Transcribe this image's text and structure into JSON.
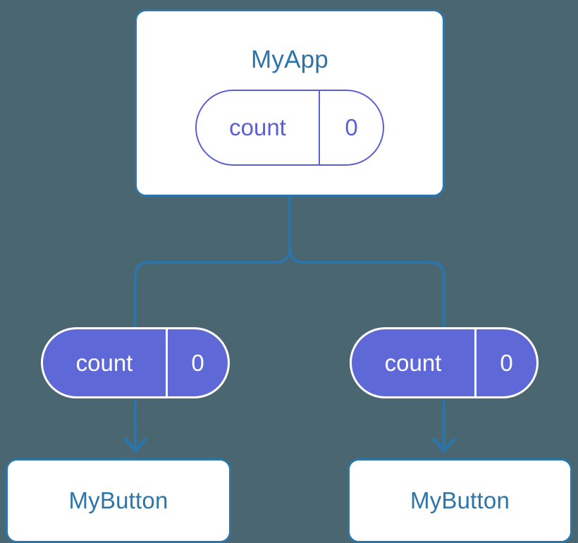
{
  "diagram": {
    "title": "MyApp",
    "background_color": "#4a6670",
    "accent_color": "#2d75a8",
    "state_color": "#5b5fd6",
    "state_fill_color": "#5e68d6"
  },
  "root": {
    "name": "MyApp",
    "state": {
      "key": "count",
      "value": "0"
    }
  },
  "branches": [
    {
      "state": {
        "key": "count",
        "value": "0"
      },
      "child": {
        "name": "MyButton"
      }
    },
    {
      "state": {
        "key": "count",
        "value": "0"
      },
      "child": {
        "name": "MyButton"
      }
    }
  ],
  "connectors": {
    "trunk": "vertical-line-from-root",
    "split": "two-way-branch",
    "arrow_left": "arrow-down-icon",
    "arrow_right": "arrow-down-icon"
  }
}
